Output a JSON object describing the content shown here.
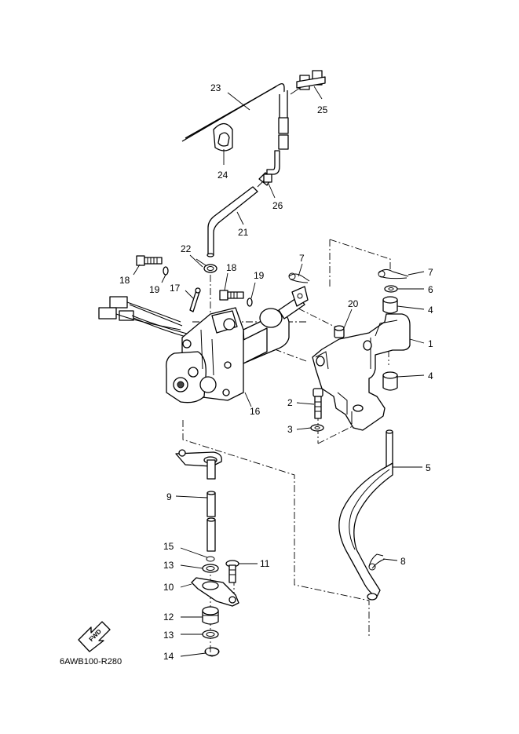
{
  "callouts": {
    "c1": "1",
    "c2": "2",
    "c3": "3",
    "c4a": "4",
    "c4b": "4",
    "c5": "5",
    "c6": "6",
    "c7a": "7",
    "c7b": "7",
    "c8": "8",
    "c9": "9",
    "c10": "10",
    "c11": "11",
    "c12": "12",
    "c13a": "13",
    "c13b": "13",
    "c14": "14",
    "c15": "15",
    "c16": "16",
    "c17": "17",
    "c18a": "18",
    "c18b": "18",
    "c19a": "19",
    "c19b": "19",
    "c20": "20",
    "c21": "21",
    "c22": "22",
    "c23": "23",
    "c24": "24",
    "c25": "25",
    "c26": "26"
  },
  "fwd_label": "FWD",
  "diagram_code": "6AWB100-R280"
}
